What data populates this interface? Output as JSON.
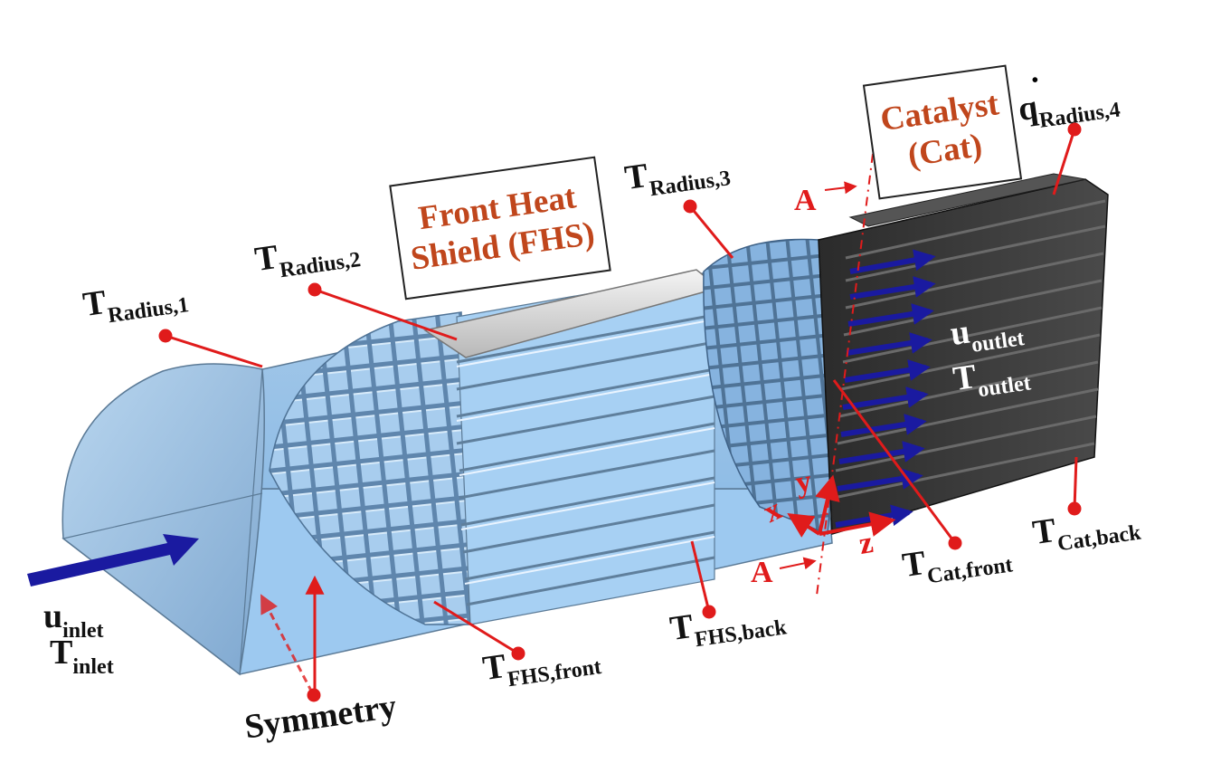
{
  "regions": {
    "fhs_title": [
      "Front Heat",
      "Shield (FHS)"
    ],
    "cat_title": [
      "Catalyst",
      "(Cat)"
    ]
  },
  "labels": {
    "t_radius_1": {
      "main": "T",
      "sub": "Radius,1"
    },
    "t_radius_2": {
      "main": "T",
      "sub": "Radius,2"
    },
    "t_radius_3": {
      "main": "T",
      "sub": "Radius,3"
    },
    "q_radius_4": {
      "main": "q",
      "sub": "Radius,4"
    },
    "u_outlet": {
      "main": "u",
      "sub": "outlet"
    },
    "t_outlet": {
      "main": "T",
      "sub": "outlet"
    },
    "u_inlet": {
      "main": "u",
      "sub": "inlet"
    },
    "t_inlet": {
      "main": "T",
      "sub": "inlet"
    },
    "t_fhs_front": {
      "main": "T",
      "sub": "FHS,front"
    },
    "t_fhs_back": {
      "main": "T",
      "sub": "FHS,back"
    },
    "t_cat_front": {
      "main": "T",
      "sub": "Cat,front"
    },
    "t_cat_back": {
      "main": "T",
      "sub": "Cat,back"
    },
    "symmetry": "Symmetry",
    "section_top": "A",
    "section_bottom": "A"
  },
  "axes": {
    "x": "x",
    "y": "y",
    "z": "z"
  },
  "colors": {
    "domain_blue": "#9ec8ec",
    "catalyst_dark": "#3a3a3a",
    "flow_arrow": "#1a1aa0",
    "leader_red": "#e01b1b",
    "title_orange": "#c0461c"
  }
}
